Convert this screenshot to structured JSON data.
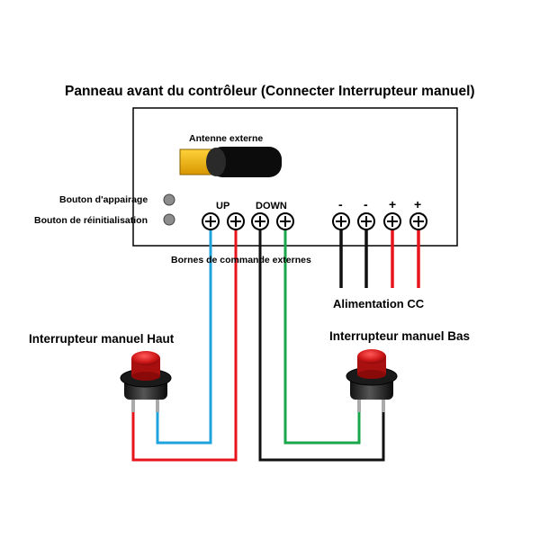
{
  "title": "Panneau avant du contrôleur (Connecter Interrupteur manuel)",
  "labels": {
    "antenna": "Antenne externe",
    "pairing_button": "Bouton d'appairage",
    "reset_button": "Bouton de réinitialisation",
    "up": "UP",
    "down": "DOWN",
    "terminals": "Bornes de commande externes",
    "power": "Alimentation CC",
    "switch_up": "Interrupteur manuel Haut",
    "switch_down": "Interrupteur manuel Bas",
    "minus1": "-",
    "minus2": "-",
    "plus1": "+",
    "plus2": "+"
  },
  "colors": {
    "red_wire": "#e8141c",
    "blue_wire": "#1fa3dc",
    "green_wire": "#1aa64a",
    "black_wire": "#111111",
    "antenna_yellow": "#f2b705",
    "button_red": "#d01818"
  }
}
